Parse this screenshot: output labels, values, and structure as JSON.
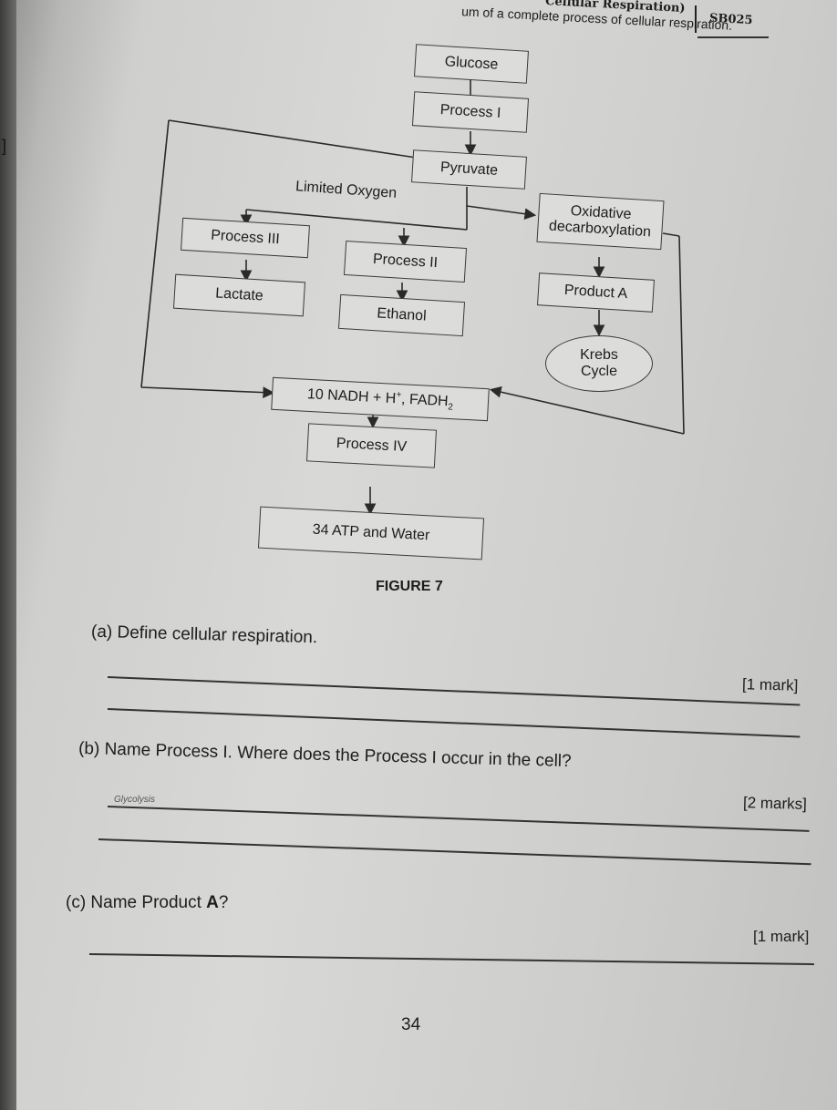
{
  "header": {
    "topic": "Cellular Respiration)",
    "code": "SB025",
    "intro": "um of a complete process of cellular respiration."
  },
  "margin_mark": "]",
  "figure": {
    "nodes": {
      "glucose": "Glucose",
      "process1": "Process I",
      "pyruvate": "Pyruvate",
      "limited_oxygen": "Limited Oxygen",
      "oxidative": "Oxidative decarboxylation",
      "process3": "Process III",
      "process2": "Process II",
      "product_a": "Product A",
      "lactate": "Lactate",
      "ethanol": "Ethanol",
      "krebs": "Krebs Cycle",
      "nadh_main": "10 NADH + H",
      "nadh_sup": "+",
      "nadh_mid": ", FADH",
      "nadh_sub": "2",
      "process4": "Process IV",
      "atp": "34 ATP and Water"
    },
    "caption": "FIGURE 7"
  },
  "questions": [
    {
      "label": "(a) Define cellular respiration.",
      "marks": "[1 mark]",
      "answer": ""
    },
    {
      "label": "(b) Name Process I. Where does the Process I occur in the cell?",
      "marks": "[2 marks]",
      "answer": "Glycolysis"
    },
    {
      "label_main": "(c) Name Product ",
      "label_bold": "A",
      "label_end": "?",
      "marks": "[1 mark]",
      "answer": ""
    }
  ],
  "page_number": "34"
}
